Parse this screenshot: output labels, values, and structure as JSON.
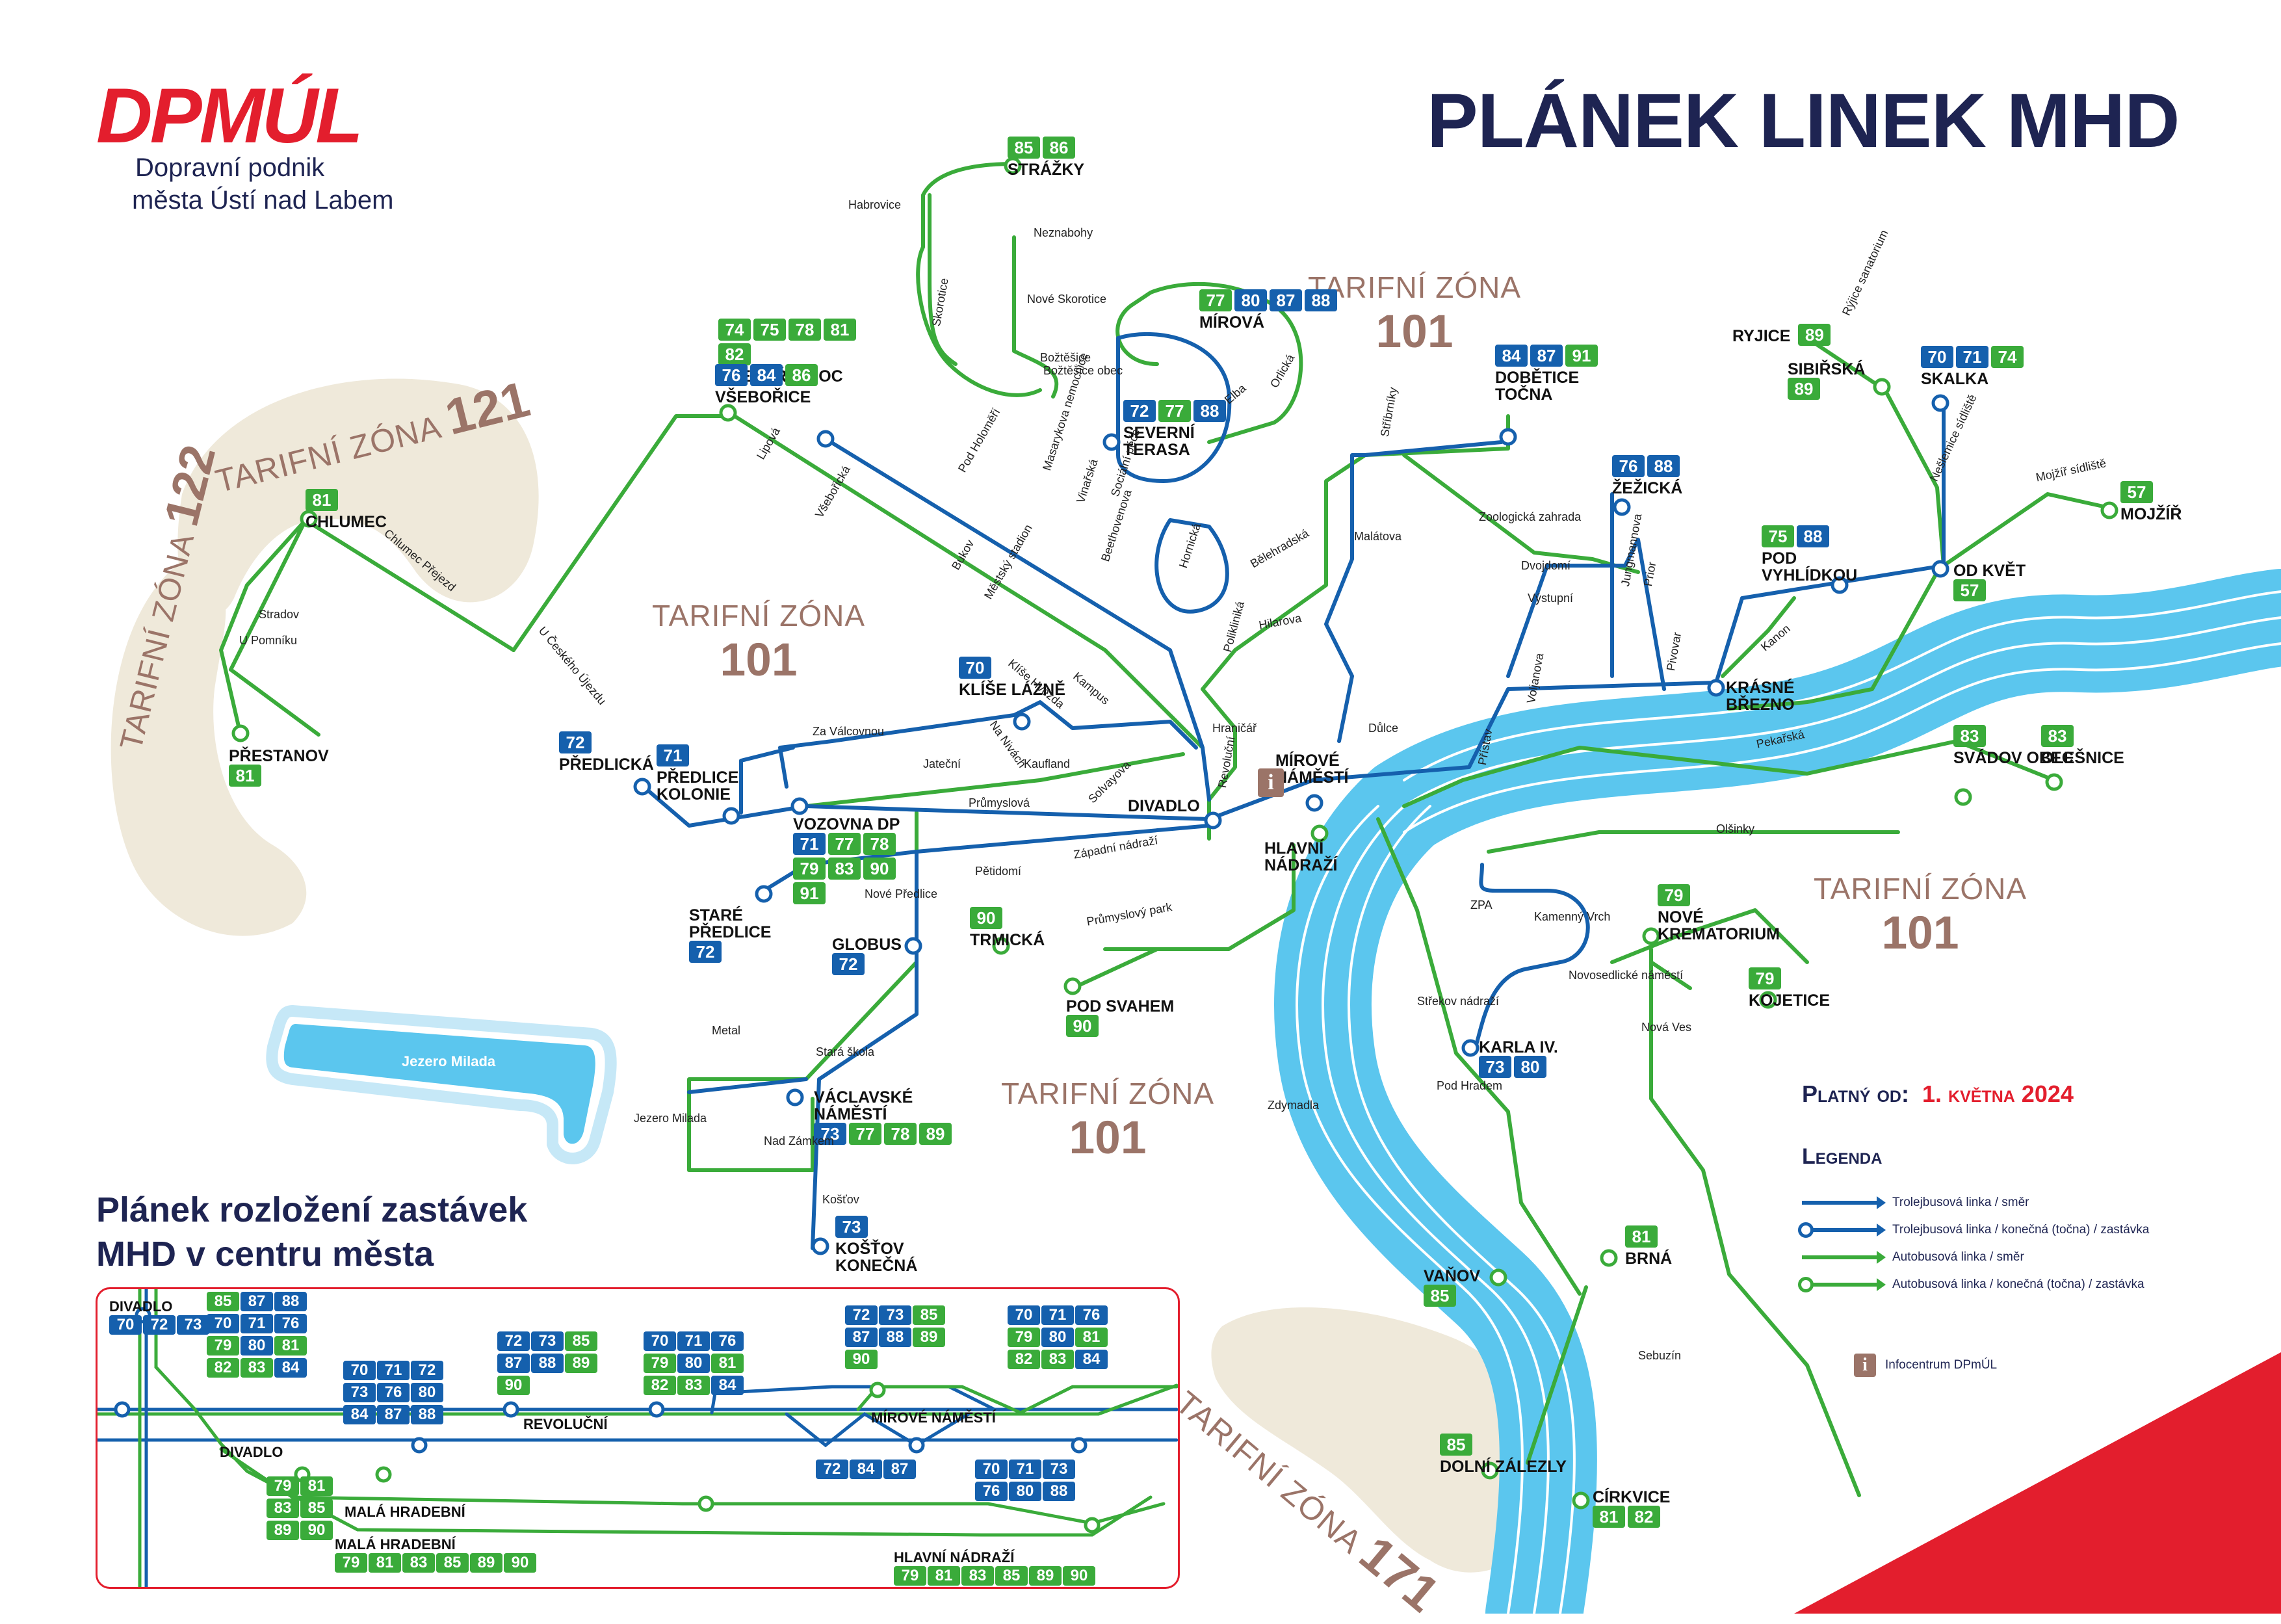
{
  "logo": {
    "mark": "DPMÚL",
    "line1": "Dopravní podnik",
    "line2": "města Ústí nad Labem"
  },
  "title": "PLÁNEK LINEK MHD",
  "lake": "Jezero Milada",
  "zones": [
    {
      "id": "z101a",
      "label": "TARIFNÍ ZÓNA",
      "num": "101"
    },
    {
      "id": "z101b",
      "label": "TARIFNÍ ZÓNA",
      "num": "101"
    },
    {
      "id": "z101c",
      "label": "TARIFNÍ ZÓNA",
      "num": "101"
    },
    {
      "id": "z101d",
      "label": "TARIFNÍ ZÓNA",
      "num": "101"
    },
    {
      "id": "z121",
      "label": "TARIFNÍ ZÓNA",
      "num": "121"
    },
    {
      "id": "z122",
      "label": "TARIFNÍ ZÓNA",
      "num": "122"
    },
    {
      "id": "z171",
      "label": "TARIFNÍ ZÓNA",
      "num": "171"
    }
  ],
  "stops": [
    {
      "name": "STRÁŽKY",
      "lines": [
        [
          "85",
          "b"
        ],
        [
          "86",
          "b"
        ]
      ]
    },
    {
      "name": "VŠEBOŘICE OC",
      "lines": [
        [
          "74",
          "b"
        ],
        [
          "75",
          "b"
        ],
        [
          "78",
          "b"
        ],
        [
          "81",
          "b"
        ],
        [
          "82",
          "b"
        ]
      ]
    },
    {
      "name": "VŠEBOŘICE",
      "lines": [
        [
          "76",
          "t"
        ],
        [
          "84",
          "t"
        ],
        [
          "86",
          "b"
        ]
      ]
    },
    {
      "name": "MÍROVÁ",
      "lines": [
        [
          "77",
          "b"
        ],
        [
          "80",
          "t"
        ],
        [
          "87",
          "t"
        ],
        [
          "88",
          "t"
        ]
      ]
    },
    {
      "name": "SEVERNÍ TERASA",
      "lines": [
        [
          "72",
          "t"
        ],
        [
          "77",
          "b"
        ],
        [
          "88",
          "t"
        ]
      ]
    },
    {
      "name": "DOBĚTICE TOČNA",
      "lines": [
        [
          "84",
          "t"
        ],
        [
          "87",
          "t"
        ],
        [
          "91",
          "b"
        ]
      ]
    },
    {
      "name": "RYJICE",
      "lines": [
        [
          "89",
          "b"
        ]
      ]
    },
    {
      "name": "SIBIŘSKÁ",
      "lines": [
        [
          "89",
          "b"
        ]
      ]
    },
    {
      "name": "SKALKA",
      "lines": [
        [
          "70",
          "t"
        ],
        [
          "71",
          "t"
        ],
        [
          "74",
          "b"
        ]
      ]
    },
    {
      "name": "MOJŽÍŘ",
      "lines": [
        [
          "57",
          "b"
        ]
      ]
    },
    {
      "name": "ŽEŽICKÁ",
      "lines": [
        [
          "76",
          "t"
        ],
        [
          "88",
          "t"
        ]
      ]
    },
    {
      "name": "POD VYHLÍDKOU",
      "lines": [
        [
          "75",
          "b"
        ],
        [
          "88",
          "t"
        ]
      ]
    },
    {
      "name": "OD KVĚT",
      "lines": [
        [
          "57",
          "b"
        ]
      ]
    },
    {
      "name": "KRÁSNÉ BŘEZNO",
      "lines": []
    },
    {
      "name": "CHLUMEC",
      "lines": [
        [
          "81",
          "b"
        ]
      ]
    },
    {
      "name": "PŘESTANOV",
      "lines": [
        [
          "81",
          "b"
        ]
      ]
    },
    {
      "name": "KLÍŠE LÁZNĚ",
      "lines": [
        [
          "70",
          "t"
        ]
      ]
    },
    {
      "name": "PŘEDLICKÁ",
      "lines": [
        [
          "72",
          "t"
        ]
      ]
    },
    {
      "name": "PŘEDLICE KOLONIE",
      "lines": [
        [
          "71",
          "t"
        ]
      ]
    },
    {
      "name": "VOZOVNA DP",
      "lines": [
        [
          "71",
          "t"
        ],
        [
          "77",
          "b"
        ],
        [
          "78",
          "b"
        ],
        [
          "79",
          "b"
        ],
        [
          "83",
          "b"
        ],
        [
          "90",
          "b"
        ],
        [
          "91",
          "b"
        ]
      ]
    },
    {
      "name": "STARÉ PŘEDLICE",
      "lines": [
        [
          "72",
          "t"
        ]
      ]
    },
    {
      "name": "GLOBUS",
      "lines": [
        [
          "72",
          "t"
        ]
      ]
    },
    {
      "name": "TRMICKÁ",
      "lines": [
        [
          "90",
          "b"
        ]
      ]
    },
    {
      "name": "POD SVAHEM",
      "lines": [
        [
          "90",
          "b"
        ]
      ]
    },
    {
      "name": "MÍROVÉ NÁMĚSTÍ",
      "lines": []
    },
    {
      "name": "DIVADLO",
      "lines": []
    },
    {
      "name": "HLAVNÍ NÁDRAŽÍ",
      "lines": []
    },
    {
      "name": "SVÁDOV OBEC",
      "lines": [
        [
          "83",
          "b"
        ]
      ]
    },
    {
      "name": "OLEŠNICE",
      "lines": [
        [
          "83",
          "b"
        ]
      ]
    },
    {
      "name": "NOVÉ KREMATORIUM",
      "lines": [
        [
          "79",
          "b"
        ]
      ]
    },
    {
      "name": "KOJETICE",
      "lines": [
        [
          "79",
          "b"
        ]
      ]
    },
    {
      "name": "KARLA IV.",
      "lines": [
        [
          "73",
          "t"
        ],
        [
          "80",
          "t"
        ]
      ]
    },
    {
      "name": "VÁCLAVSKÉ NÁMĚSTÍ",
      "lines": [
        [
          "73",
          "t"
        ],
        [
          "77",
          "b"
        ],
        [
          "78",
          "b"
        ],
        [
          "89",
          "b"
        ]
      ]
    },
    {
      "name": "KOŠŤOV KONEČNÁ",
      "lines": [
        [
          "73",
          "t"
        ]
      ]
    },
    {
      "name": "BRNÁ",
      "lines": [
        [
          "81",
          "b"
        ]
      ]
    },
    {
      "name": "VAŇOV",
      "lines": [
        [
          "85",
          "b"
        ]
      ]
    },
    {
      "name": "DOLNÍ ZÁLEZLY",
      "lines": [
        [
          "85",
          "b"
        ]
      ]
    },
    {
      "name": "CÍRKVICE",
      "lines": [
        [
          "81",
          "b"
        ],
        [
          "82",
          "b"
        ]
      ]
    }
  ],
  "small_labels": [
    "Habrovice",
    "Neznabohy",
    "Nové Skorotice",
    "Božtěšice",
    "Božtěšice obec",
    "Skorotice",
    "Lipová",
    "Všebořická",
    "Pod Holoměří",
    "Masarykova nemocnice",
    "Vinařská",
    "Sociální péče",
    "Beethovenova",
    "Hornická",
    "Elba",
    "Orlická",
    "Stříbrníky",
    "Malátova",
    "Bělehradská",
    "Hilarova",
    "Polikliniká",
    "Kampus",
    "Klíše Hvězda",
    "Na Nivách",
    "Za Válcovnou",
    "Jateční",
    "Kaufland",
    "Průmyslová",
    "Solvayova",
    "Revoluční",
    "Hraničář",
    "Důlce",
    "Přístav",
    "Zoologická zahrada",
    "Dvojdomí",
    "Výstupní",
    "Jungmannova",
    "Prior",
    "Pivovar",
    "Kanon",
    "Pekařská",
    "Olšinky",
    "Západní nádraží",
    "Pětidomí",
    "Nové Předlice",
    "Průmyslový park",
    "Metal",
    "Stará škola",
    "Jezero Milada",
    "Nad Zámkem",
    "Košťov",
    "Zdymadla",
    "ZPA",
    "Kamenný Vrch",
    "Novosedlické náměstí",
    "Střekov nádraží",
    "Pod Hradem",
    "Nová Ves",
    "Sebuzín",
    "Rýjice sanatorium",
    "Nešlemice sídliště",
    "Mojžíř sídliště",
    "U Českého Újezdu",
    "Chlumec Přejezd",
    "Stradov",
    "U Pomníku",
    "Voljanova",
    "Bukov",
    "Městský stadion"
  ],
  "valid": {
    "label": "Platný od:",
    "date": "1. května 2024"
  },
  "legend": {
    "title": "Legenda",
    "items": [
      "Trolejbusová linka / směr",
      "Trolejbusová linka / konečná (točna) / zastávka",
      "Autobusová linka / směr",
      "Autobusová linka / konečná (točna) / zastávka"
    ],
    "info": "Infocentrum DPmÚL"
  },
  "inset": {
    "title1": "Plánek rozložení zastávek",
    "title2": "MHD v centru města",
    "stops": [
      {
        "name": "DIVADLO",
        "lines": [
          [
            "70",
            "t"
          ],
          [
            "72",
            "t"
          ],
          [
            "73",
            "t"
          ]
        ]
      },
      {
        "name": "DIVADLO",
        "lines": [
          [
            "85",
            "b"
          ],
          [
            "87",
            "t"
          ],
          [
            "88",
            "t"
          ],
          [
            "70",
            "t"
          ],
          [
            "71",
            "t"
          ],
          [
            "76",
            "t"
          ],
          [
            "79",
            "b"
          ],
          [
            "80",
            "t"
          ],
          [
            "81",
            "b"
          ],
          [
            "82",
            "b"
          ],
          [
            "83",
            "b"
          ],
          [
            "84",
            "t"
          ]
        ]
      },
      {
        "name": "DIVADLO",
        "lines": [
          [
            "70",
            "t"
          ],
          [
            "71",
            "t"
          ],
          [
            "72",
            "t"
          ],
          [
            "73",
            "t"
          ],
          [
            "76",
            "t"
          ],
          [
            "80",
            "t"
          ],
          [
            "84",
            "t"
          ],
          [
            "87",
            "t"
          ],
          [
            "88",
            "t"
          ]
        ]
      },
      {
        "name": "REVOLUČNÍ",
        "lines": [
          [
            "72",
            "t"
          ],
          [
            "73",
            "t"
          ],
          [
            "85",
            "b"
          ],
          [
            "87",
            "t"
          ],
          [
            "88",
            "t"
          ],
          [
            "89",
            "b"
          ],
          [
            "90",
            "b"
          ]
        ]
      },
      {
        "name": "REVOLUČNÍ",
        "lines": [
          [
            "70",
            "t"
          ],
          [
            "71",
            "t"
          ],
          [
            "76",
            "t"
          ],
          [
            "79",
            "b"
          ],
          [
            "80",
            "t"
          ],
          [
            "81",
            "b"
          ],
          [
            "82",
            "b"
          ],
          [
            "83",
            "b"
          ],
          [
            "84",
            "t"
          ]
        ]
      },
      {
        "name": "MÍROVÉ NÁMĚSTÍ",
        "lines": [
          [
            "72",
            "t"
          ],
          [
            "73",
            "t"
          ],
          [
            "85",
            "b"
          ],
          [
            "87",
            "t"
          ],
          [
            "88",
            "t"
          ],
          [
            "89",
            "b"
          ],
          [
            "90",
            "b"
          ]
        ]
      },
      {
        "name": "MÍROVÉ NÁMĚSTÍ",
        "lines": [
          [
            "70",
            "t"
          ],
          [
            "71",
            "t"
          ],
          [
            "76",
            "t"
          ],
          [
            "79",
            "b"
          ],
          [
            "80",
            "t"
          ],
          [
            "81",
            "b"
          ],
          [
            "82",
            "b"
          ],
          [
            "83",
            "b"
          ],
          [
            "84",
            "t"
          ]
        ]
      },
      {
        "name": "MÍROVÉ NÁMĚSTÍ",
        "lines": [
          [
            "72",
            "t"
          ],
          [
            "84",
            "t"
          ],
          [
            "87",
            "t"
          ]
        ]
      },
      {
        "name": "MÍROVÉ NÁMĚSTÍ",
        "lines": [
          [
            "70",
            "t"
          ],
          [
            "71",
            "t"
          ],
          [
            "73",
            "t"
          ],
          [
            "76",
            "t"
          ],
          [
            "80",
            "t"
          ],
          [
            "88",
            "t"
          ]
        ]
      },
      {
        "name": "MALÁ HRADEBNÍ",
        "lines": [
          [
            "79",
            "b"
          ],
          [
            "81",
            "b"
          ],
          [
            "83",
            "b"
          ],
          [
            "85",
            "b"
          ],
          [
            "89",
            "b"
          ],
          [
            "90",
            "b"
          ]
        ]
      },
      {
        "name": "MALÁ HRADEBNÍ",
        "lines": [
          [
            "79",
            "b"
          ],
          [
            "81",
            "b"
          ],
          [
            "83",
            "b"
          ],
          [
            "85",
            "b"
          ],
          [
            "89",
            "b"
          ],
          [
            "90",
            "b"
          ]
        ]
      },
      {
        "name": "HLAVNÍ NÁDRAŽÍ",
        "lines": [
          [
            "79",
            "b"
          ],
          [
            "81",
            "b"
          ],
          [
            "83",
            "b"
          ],
          [
            "85",
            "b"
          ],
          [
            "89",
            "b"
          ],
          [
            "90",
            "b"
          ]
        ]
      }
    ]
  },
  "colors": {
    "navy": "#1e2452",
    "red": "#e31e2d",
    "trolley": "#1560ad",
    "bus": "#3aab3a",
    "zone": "#9b7468",
    "zone_bg": "#efe9da",
    "water": "#5bc6ee"
  }
}
